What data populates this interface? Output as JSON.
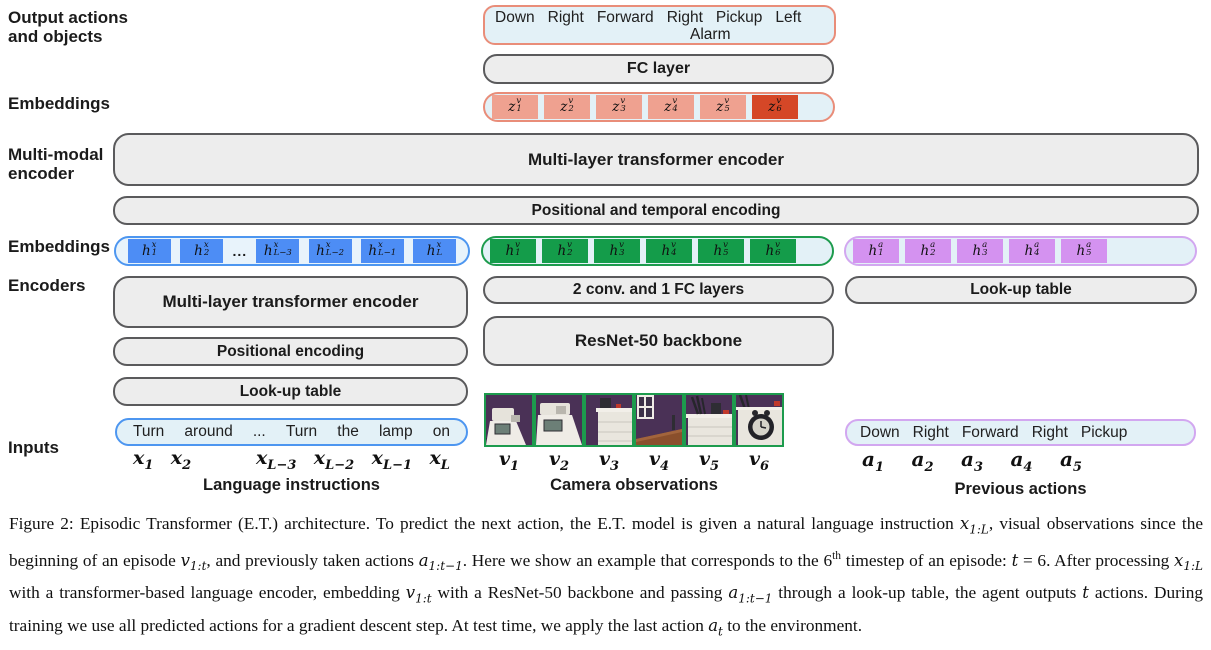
{
  "figure": {
    "side_labels": {
      "output_line1": "Output actions",
      "output_line2": "and objects",
      "embeddings_top": "Embeddings",
      "multimodal_line1": "Multi-modal",
      "multimodal_line2": "encoder",
      "embeddings_mid": "Embeddings",
      "encoders": "Encoders",
      "inputs": "Inputs"
    },
    "output_box": {
      "line1_words": [
        "Down",
        "Right",
        "Forward",
        "Right",
        "Pickup",
        "Left"
      ],
      "line2_word": "Alarm"
    },
    "boxes": {
      "fc_layer": "FC layer",
      "multimodal_encoder": "Multi-layer transformer encoder",
      "positional_temporal": "Positional and temporal encoding",
      "language_encoder": "Multi-layer transformer encoder",
      "visual_encoder": "2 conv. and 1 FC layers",
      "action_lookup": "Look-up table",
      "positional_encoding": "Positional encoding",
      "resnet": "ResNet-50 backbone",
      "language_lookup": "Look-up table"
    },
    "tokens": {
      "output_z": [
        {
          "base": "z",
          "sup": "v",
          "sub": "1",
          "cls": "salmon"
        },
        {
          "base": "z",
          "sup": "v",
          "sub": "2",
          "cls": "salmon"
        },
        {
          "base": "z",
          "sup": "v",
          "sub": "3",
          "cls": "salmon"
        },
        {
          "base": "z",
          "sup": "v",
          "sub": "4",
          "cls": "salmon"
        },
        {
          "base": "z",
          "sup": "v",
          "sub": "5",
          "cls": "salmon"
        },
        {
          "base": "z",
          "sup": "v",
          "sub": "6",
          "cls": "red"
        }
      ],
      "language_h": [
        {
          "base": "h",
          "sup": "x",
          "sub": "1",
          "cls": "blue"
        },
        {
          "base": "h",
          "sup": "x",
          "sub": "2",
          "cls": "blue"
        },
        {
          "dots": "..."
        },
        {
          "base": "h",
          "sup": "x",
          "sub": "L−3",
          "cls": "blue"
        },
        {
          "base": "h",
          "sup": "x",
          "sub": "L−2",
          "cls": "blue"
        },
        {
          "base": "h",
          "sup": "x",
          "sub": "L−1",
          "cls": "blue"
        },
        {
          "base": "h",
          "sup": "x",
          "sub": "L",
          "cls": "blue"
        }
      ],
      "visual_h": [
        {
          "base": "h",
          "sup": "v",
          "sub": "1",
          "cls": "green"
        },
        {
          "base": "h",
          "sup": "v",
          "sub": "2",
          "cls": "green"
        },
        {
          "base": "h",
          "sup": "v",
          "sub": "3",
          "cls": "green"
        },
        {
          "base": "h",
          "sup": "v",
          "sub": "4",
          "cls": "green"
        },
        {
          "base": "h",
          "sup": "v",
          "sub": "5",
          "cls": "green"
        },
        {
          "base": "h",
          "sup": "v",
          "sub": "6",
          "cls": "green"
        }
      ],
      "action_h": [
        {
          "base": "h",
          "sup": "a",
          "sub": "1",
          "cls": "purple"
        },
        {
          "base": "h",
          "sup": "a",
          "sub": "2",
          "cls": "purple"
        },
        {
          "base": "h",
          "sup": "a",
          "sub": "3",
          "cls": "purple"
        },
        {
          "base": "h",
          "sup": "a",
          "sub": "4",
          "cls": "purple"
        },
        {
          "base": "h",
          "sup": "a",
          "sub": "5",
          "cls": "purple"
        }
      ]
    },
    "inputs": {
      "language": {
        "words": [
          "Turn",
          "around",
          "...",
          "Turn",
          "the",
          "lamp",
          "on"
        ],
        "vars": [
          {
            "base": "x",
            "sub": "1"
          },
          {
            "base": "x",
            "sub": "2"
          },
          {
            "spacer": true
          },
          {
            "base": "x",
            "sub": "L−3"
          },
          {
            "base": "x",
            "sub": "L−2"
          },
          {
            "base": "x",
            "sub": "L−1"
          },
          {
            "base": "x",
            "sub": "L"
          }
        ],
        "label": "Language instructions"
      },
      "camera": {
        "vars": [
          {
            "base": "v",
            "sub": "1"
          },
          {
            "base": "v",
            "sub": "2"
          },
          {
            "base": "v",
            "sub": "3"
          },
          {
            "base": "v",
            "sub": "4"
          },
          {
            "base": "v",
            "sub": "5"
          },
          {
            "base": "v",
            "sub": "6"
          }
        ],
        "label": "Camera observations"
      },
      "actions": {
        "words": [
          "Down",
          "Right",
          "Forward",
          "Right",
          "Pickup"
        ],
        "vars": [
          {
            "base": "a",
            "sub": "1"
          },
          {
            "base": "a",
            "sub": "2"
          },
          {
            "base": "a",
            "sub": "3"
          },
          {
            "base": "a",
            "sub": "4"
          },
          {
            "base": "a",
            "sub": "5"
          }
        ],
        "label": "Previous actions"
      }
    },
    "caption": {
      "segments": [
        {
          "t": "Figure 2: Episodic Transformer (E.T.) architecture. To predict the next action, the E.T. model is given a natural language instruction "
        },
        {
          "t": "x",
          "cls": "i"
        },
        {
          "t": "1:L",
          "cls": "sub"
        },
        {
          "t": ", visual observations since the beginning of an episode "
        },
        {
          "t": "v",
          "cls": "i"
        },
        {
          "t": "1:t",
          "cls": "sub"
        },
        {
          "t": ", and previously taken actions "
        },
        {
          "t": "a",
          "cls": "i"
        },
        {
          "t": "1:t−1",
          "cls": "sub"
        },
        {
          "t": ". Here we show an example that corresponds to the 6"
        },
        {
          "t": "th",
          "cls": "sup"
        },
        {
          "t": " timestep of an episode: "
        },
        {
          "t": "t",
          "cls": "i"
        },
        {
          "t": " = 6. After processing "
        },
        {
          "t": "x",
          "cls": "i"
        },
        {
          "t": "1:L",
          "cls": "sub"
        },
        {
          "t": " with a transformer-based language encoder, embedding "
        },
        {
          "t": "v",
          "cls": "i"
        },
        {
          "t": "1:t",
          "cls": "sub"
        },
        {
          "t": " with a ResNet-50 backbone and passing "
        },
        {
          "t": "a",
          "cls": "i"
        },
        {
          "t": "1:t−1",
          "cls": "sub"
        },
        {
          "t": " through a look-up table, the agent outputs "
        },
        {
          "t": "t",
          "cls": "i"
        },
        {
          "t": " actions. During training we use all predicted actions for a gradient descent step. At test time, we apply the last action "
        },
        {
          "t": "a",
          "cls": "i"
        },
        {
          "t": "t",
          "cls": "sub"
        },
        {
          "t": " to the environment."
        }
      ]
    },
    "colors": {
      "token_salmon": "#efa190",
      "token_red": "#d54727",
      "token_blue": "#4d8df5",
      "token_green": "#149c4a",
      "token_purple": "#d492f0",
      "border_salmon": "#e98d79",
      "border_blue": "#4d96f0",
      "border_green": "#1d9b4d",
      "border_purple": "#d2a7f0",
      "box_gray": "#ededed",
      "box_border_gray": "#5a5a5c",
      "pill_blue_bg": "#e3f1f7"
    }
  }
}
